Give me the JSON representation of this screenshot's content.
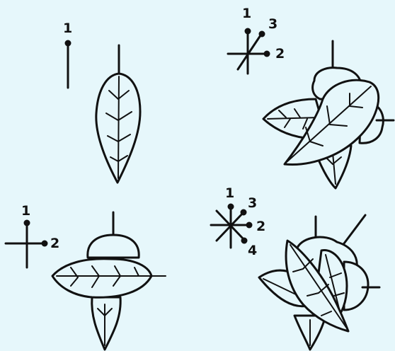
{
  "panels": [
    {
      "id": "single-leaf",
      "labels": [
        "1"
      ]
    },
    {
      "id": "three-directions",
      "labels": [
        "1",
        "3",
        "2"
      ]
    },
    {
      "id": "two-directions",
      "labels": [
        "1",
        "2"
      ]
    },
    {
      "id": "four-directions",
      "labels": [
        "1",
        "3",
        "2",
        "4"
      ]
    }
  ],
  "colors": {
    "background": "#e6f7fb",
    "ink": "#111111"
  }
}
